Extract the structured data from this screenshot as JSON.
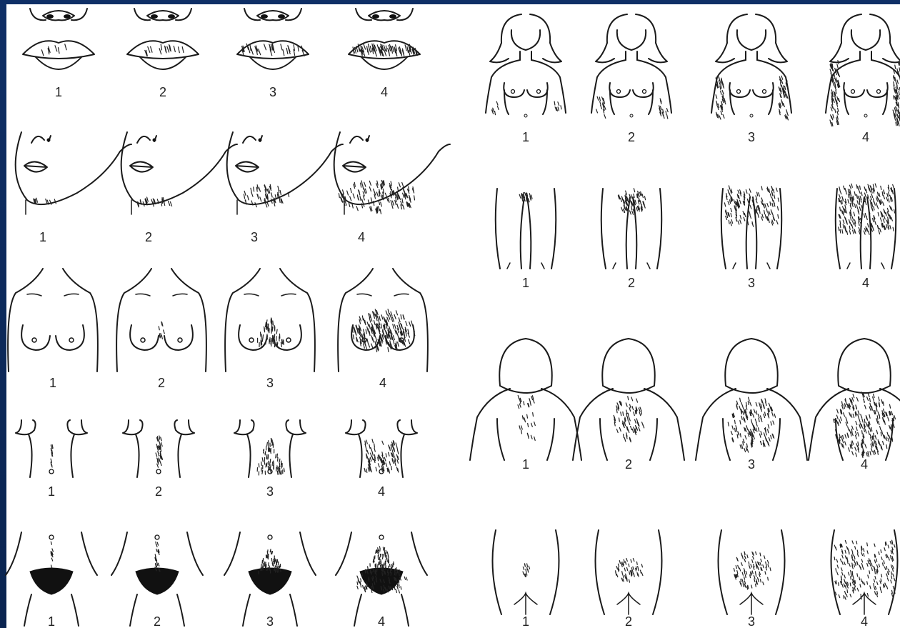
{
  "figure": {
    "rows_left": [
      {
        "region": "upper-lip",
        "labels": [
          "1",
          "2",
          "3",
          "4"
        ]
      },
      {
        "region": "chin",
        "labels": [
          "1",
          "2",
          "3",
          "4"
        ]
      },
      {
        "region": "chest",
        "labels": [
          "1",
          "2",
          "3",
          "4"
        ]
      },
      {
        "region": "upper-abdomen",
        "labels": [
          "1",
          "2",
          "3",
          "4"
        ]
      },
      {
        "region": "lower-abdomen",
        "labels": [
          "1",
          "2",
          "3",
          "4"
        ]
      }
    ],
    "rows_right": [
      {
        "region": "upper-arm",
        "labels": [
          "1",
          "2",
          "3",
          "4"
        ]
      },
      {
        "region": "thigh",
        "labels": [
          "1",
          "2",
          "3",
          "4"
        ]
      },
      {
        "region": "back",
        "labels": [
          "1",
          "2",
          "3",
          "4"
        ]
      },
      {
        "region": "buttocks",
        "labels": [
          "1",
          "2",
          "3",
          "4"
        ]
      }
    ]
  },
  "colors": {
    "frame": "#0d2a55",
    "panel": "#ffffff",
    "ink": "#1a1a1a"
  }
}
